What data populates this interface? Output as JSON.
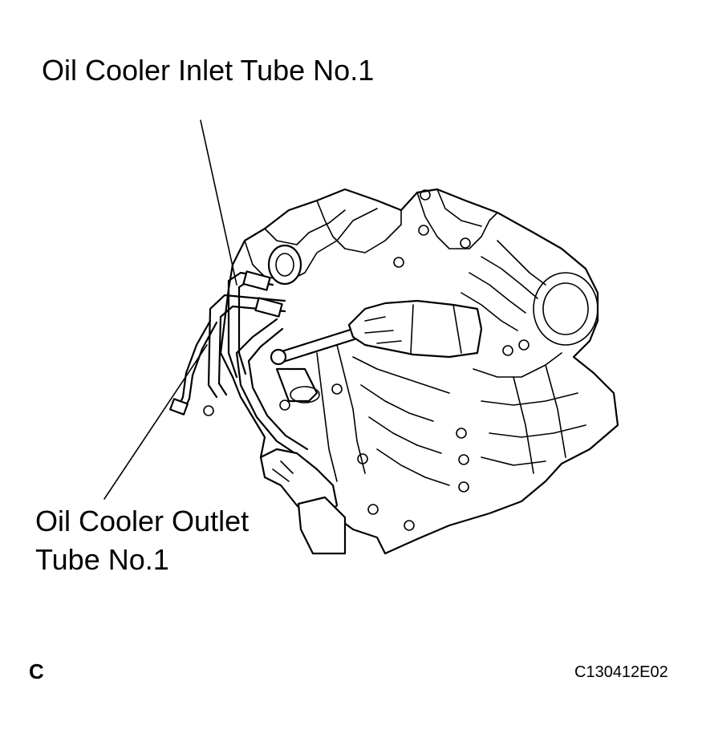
{
  "labels": {
    "inlet": "Oil Cooler Inlet Tube No.1",
    "outlet_line1": "Oil Cooler Outlet",
    "outlet_line2": "Tube No.1"
  },
  "corner_code": "C",
  "figure_id": "C130412E02"
}
